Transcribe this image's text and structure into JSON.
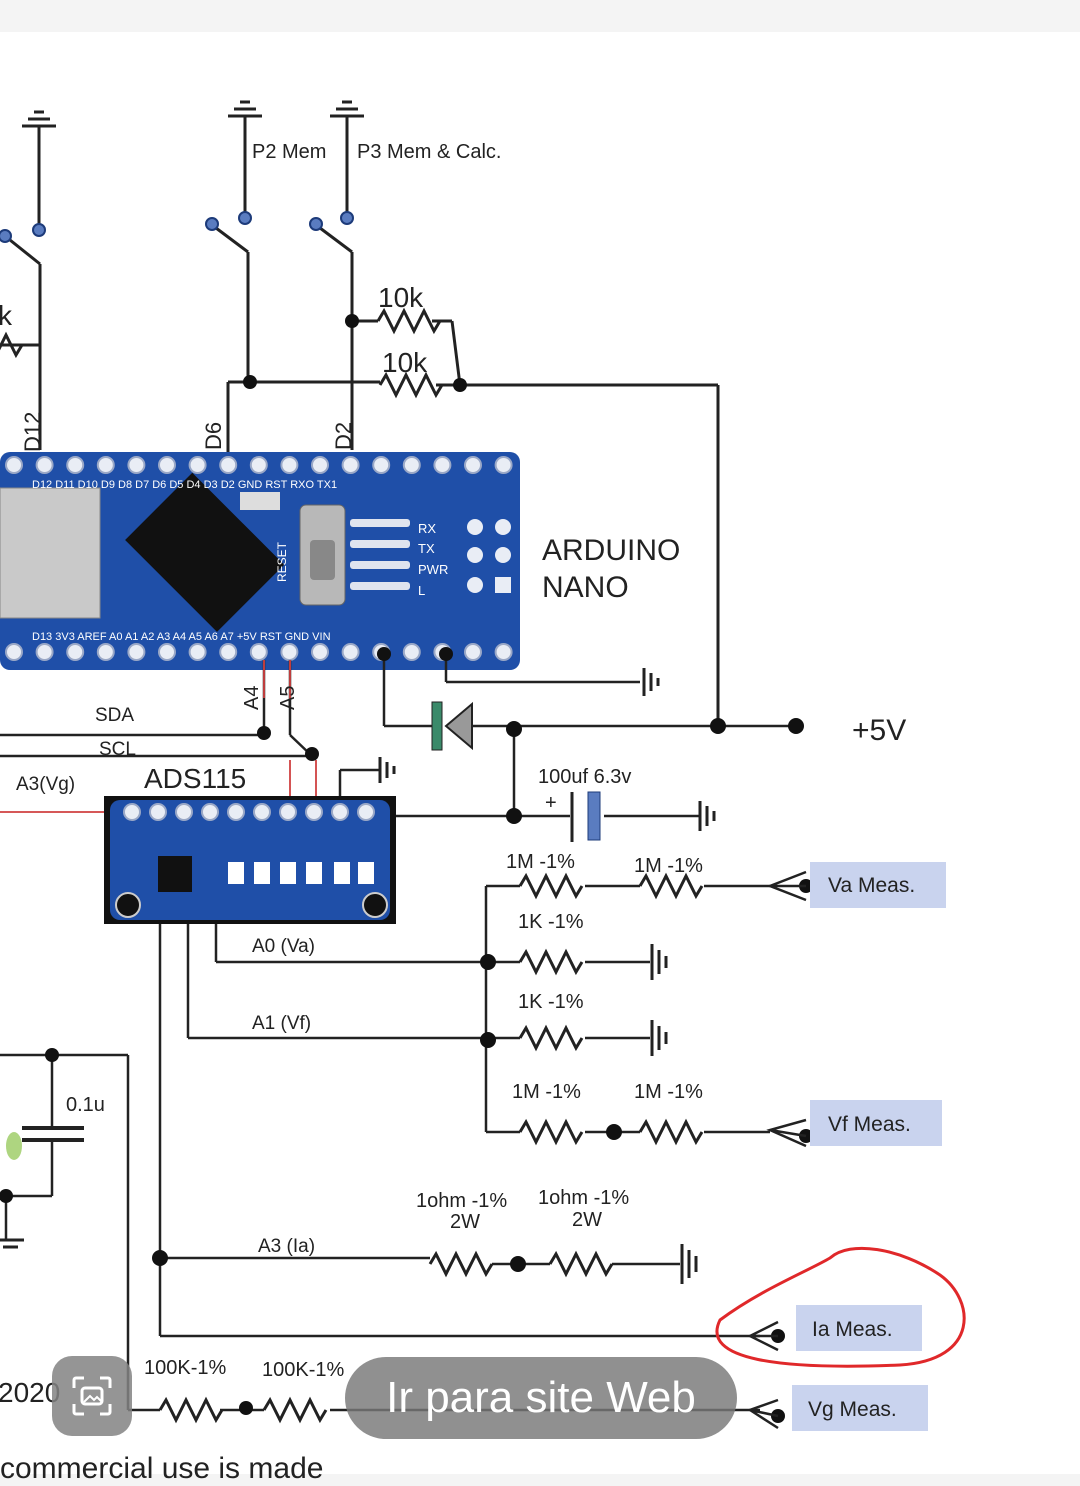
{
  "labels": {
    "p2": "P2 Mem",
    "p3": "P3 Mem & Calc.",
    "r10k_a": "10k",
    "r10k_b": "10k",
    "k_left": "k",
    "d12": "D12",
    "d6": "D6",
    "d2": "D2",
    "arduino1": "ARDUINO",
    "arduino2": "NANO",
    "a4": "A4",
    "a5": "A5",
    "sda": "SDA",
    "scl": "SCL",
    "a3vg": "A3(Vg)",
    "ads": "ADS115",
    "plus5v": "+5V",
    "cap": "100uf 6.3v",
    "plus": "+",
    "r1m_a": "1M -1%",
    "r1m_b": "1M -1%",
    "r1k_a": "1K -1%",
    "r1k_b": "1K -1%",
    "r1m_c": "1M -1%",
    "r1m_d": "1M -1%",
    "a0va": "A0 (Va)",
    "a1vf": "A1 (Vf)",
    "a3ia": "A3 (Ia)",
    "cap01": "0.1u",
    "r1ohm_a": "1ohm -1%",
    "r1ohm_a2": "2W",
    "r1ohm_b": "1ohm -1%",
    "r1ohm_b2": "2W",
    "r100k_a": "100K-1%",
    "r100k_b": "100K-1%",
    "year": "2020",
    "footer": "commercial use is made",
    "pins_top": "D12 D11 D10 D9 D8 D7 D6 D5 D4 D3 D2 GND RST RXO TX1",
    "pins_bot": "D13 3V3 AREF A0 A1 A2 A3 A4 A5 A6 A7 +5V RST GND VIN",
    "led_rx": "RX",
    "led_tx": "TX",
    "led_pwr": "PWR",
    "led_l": "L",
    "reset": "RESET"
  },
  "meas": {
    "va": "Va Meas.",
    "vf": "Vf Meas.",
    "ia": "Ia Meas.",
    "vg": "Vg Meas."
  },
  "overlay_button": "Ir para site Web",
  "colors": {
    "board": "#1f4fa8",
    "meas_box": "#c9d3ee",
    "annotation": "#e0282a"
  }
}
